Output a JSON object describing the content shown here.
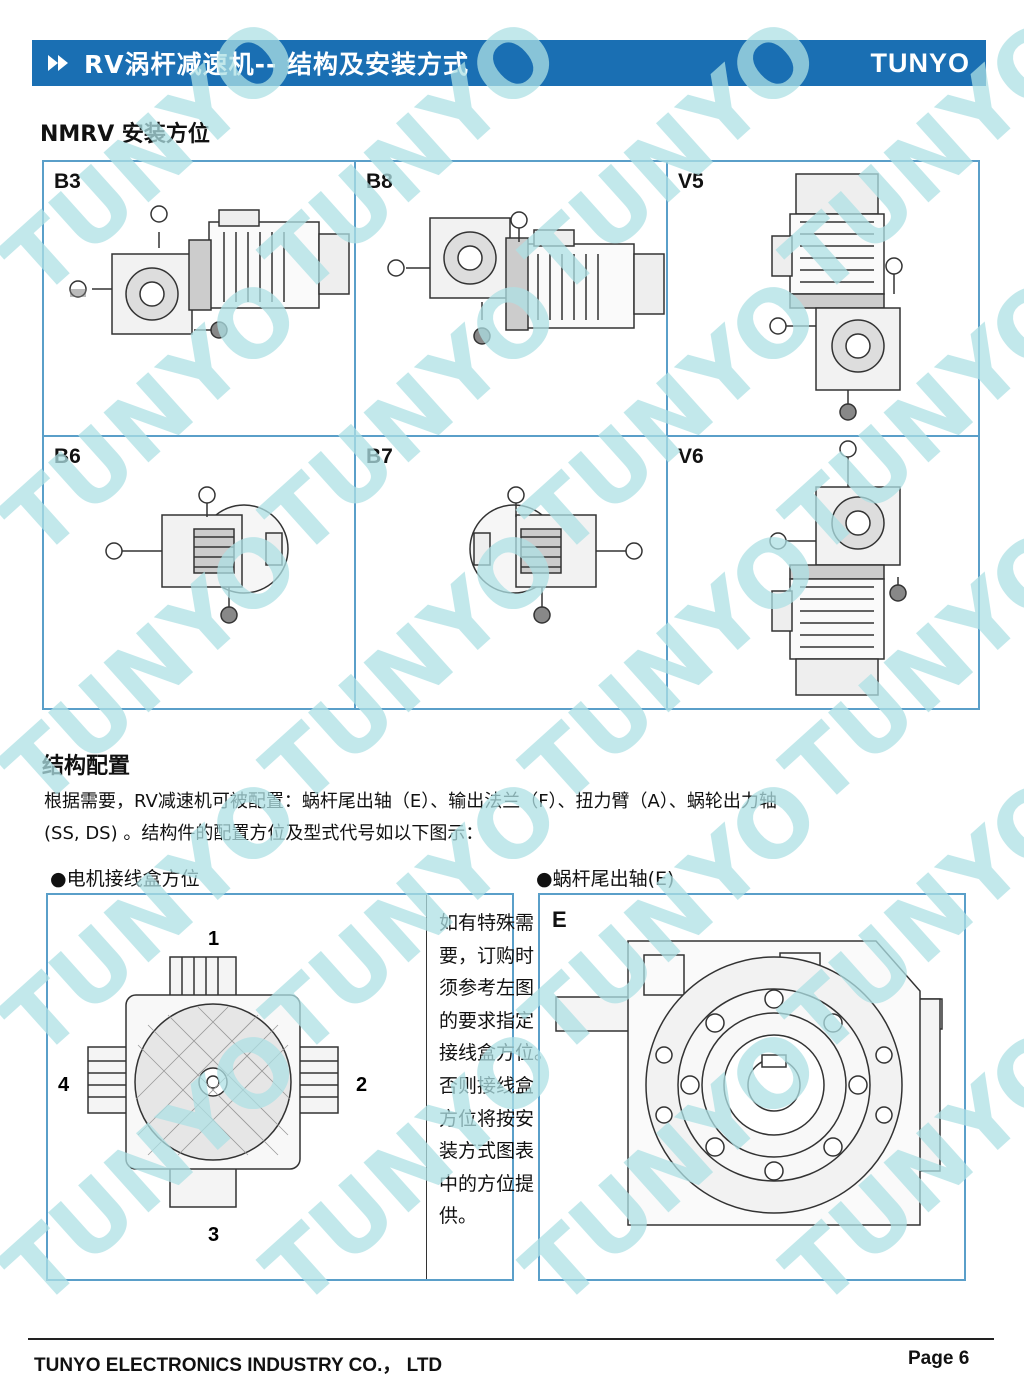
{
  "header": {
    "title": "RV涡杆减速机-- 结构及安装方式",
    "brand": "TUNYO"
  },
  "watermark": {
    "text": "TUNYO",
    "color": "#aee0e4"
  },
  "mounting": {
    "title": "NMRV 安装方位",
    "positions": [
      {
        "label": "B3"
      },
      {
        "label": "B8"
      },
      {
        "label": "V5"
      },
      {
        "label": "B6"
      },
      {
        "label": "B7"
      },
      {
        "label": "V6"
      }
    ]
  },
  "config": {
    "title": "结构配置",
    "paragraph_line1": "根据需要，RV减速机可被配置：蜗杆尾出轴（E）、输出法兰（F）、扭力臂（A）、蜗轮出力轴",
    "paragraph_line2": "(SS, DS) 。结构件的配置方位及型式代号如以下图示："
  },
  "terminal_box": {
    "heading": "●电机接线盒方位",
    "positions": [
      "1",
      "2",
      "3",
      "4"
    ],
    "note_lines": [
      "如有特殊需",
      "要，订购时",
      "须参考左图",
      "的要求指定",
      "接线盒方位。",
      "否则接线盒",
      "方位将按安",
      "装方式图表",
      "中的方位提",
      "供。"
    ]
  },
  "worm_shaft": {
    "heading": "●蜗杆尾出轴(E)",
    "label": "E"
  },
  "footer": {
    "company": "TUNYO ELECTRONICS INDUSTRY CO.， LTD",
    "page": "Page  6"
  },
  "colors": {
    "header_bar": "#1a6fb3",
    "grid_border": "#5a9fc9"
  }
}
